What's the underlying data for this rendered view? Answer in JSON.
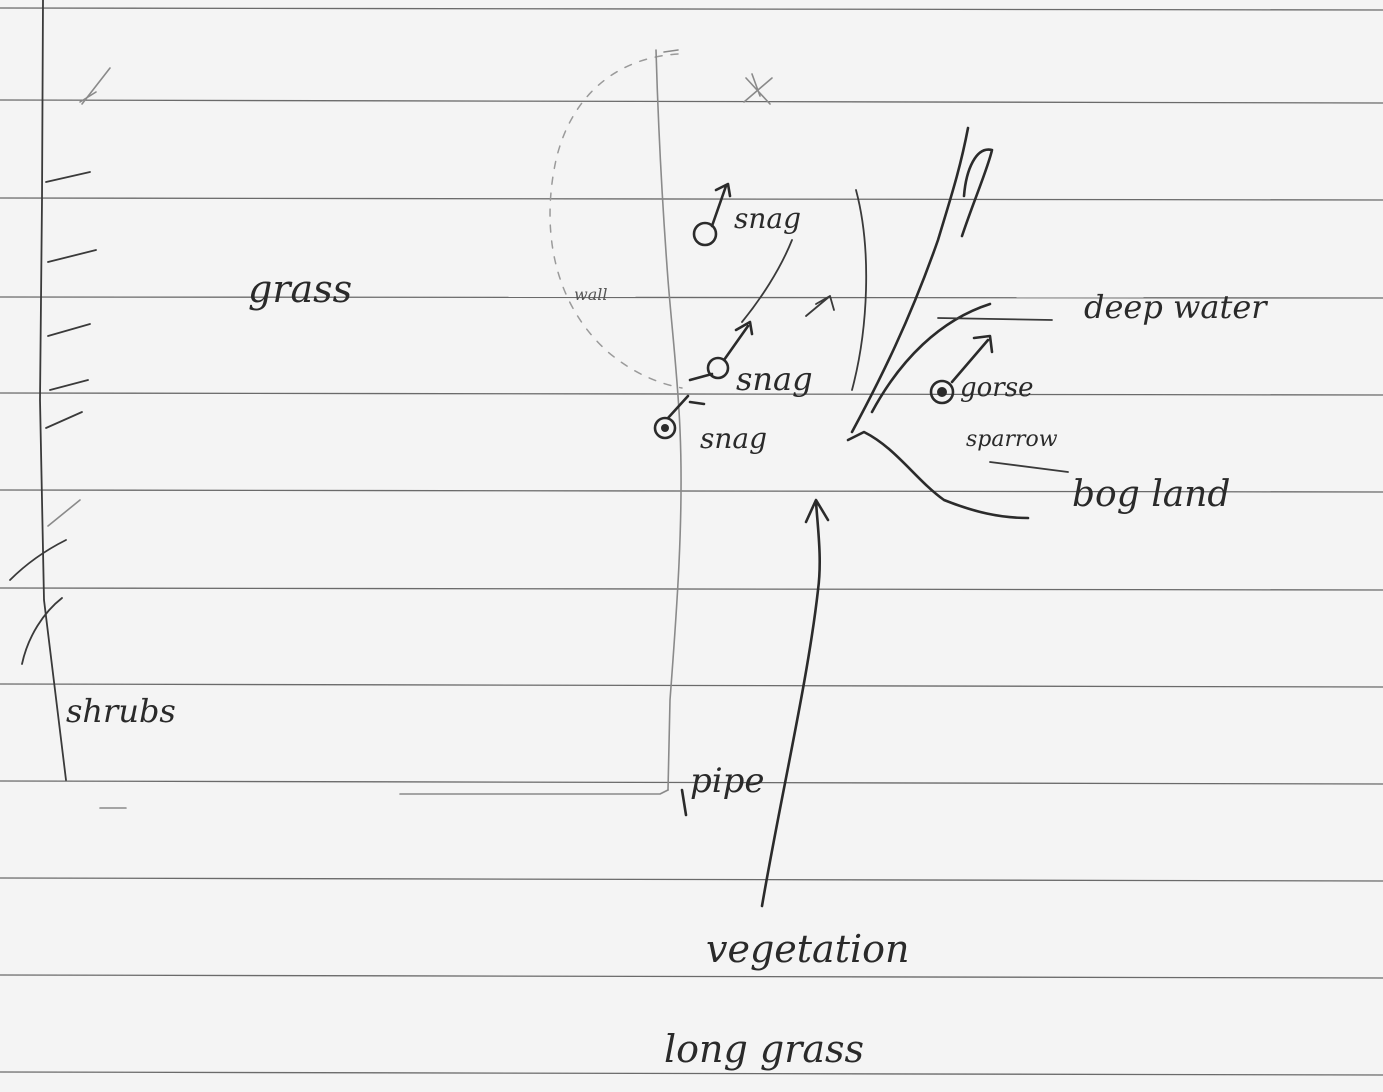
{
  "labels": {
    "grass": "grass",
    "wall": "wall",
    "shrubs": "shrubs",
    "snag_top": "snag",
    "snag_mid": "snag",
    "snag_low": "snag",
    "gorse": "gorse",
    "deep_water": "deep water",
    "sparrow": "sparrow",
    "bog_land": "bog land",
    "pipe": "pipe",
    "vegetation": "vegetation",
    "long_grass": "long grass"
  },
  "colors": {
    "paper": "#f4f4f4",
    "rule_line": "#6a6a6a",
    "ink": "#2b2b2b",
    "pencil": "#8a8a8a"
  }
}
